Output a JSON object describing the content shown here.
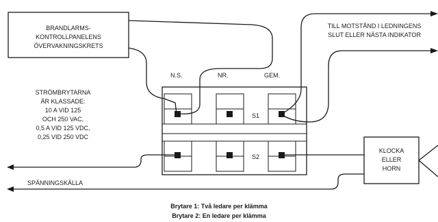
{
  "panel": {
    "lines": [
      "BRANDLARMS-",
      "KONTROLLPANELENS",
      "ÖVERVAKNINGSKRETS"
    ]
  },
  "terminals": {
    "ns": "N.S.",
    "nr": "NR.",
    "gem": "GEM."
  },
  "far_end_note": {
    "lines": [
      "TILL MOTSTÅND I LEDNINGENS",
      "SLUT ELLER NÄSTA INDIKATOR"
    ]
  },
  "ratings": {
    "lines": [
      "STRÖMBRYTARNA",
      "ÄR KLASSADE:",
      "10 A VID 125",
      "OCH 250 VAC,",
      "0,5 A VID 125 VDC,",
      "0,25 VID 250 VDC"
    ]
  },
  "switches": {
    "s1": "S1",
    "s2": "S2"
  },
  "bell": {
    "lines": [
      "KLOCKA",
      "ELLER",
      "HORN"
    ]
  },
  "power_source": "SPÄNNINGSKÄLLA",
  "captions": {
    "switch1": "Brytare 1: Två ledare per klämma",
    "switch2": "Brytare 2: En ledare per klämma"
  },
  "colors": {
    "line": "#1a1a1a",
    "background": "#ffffff"
  }
}
